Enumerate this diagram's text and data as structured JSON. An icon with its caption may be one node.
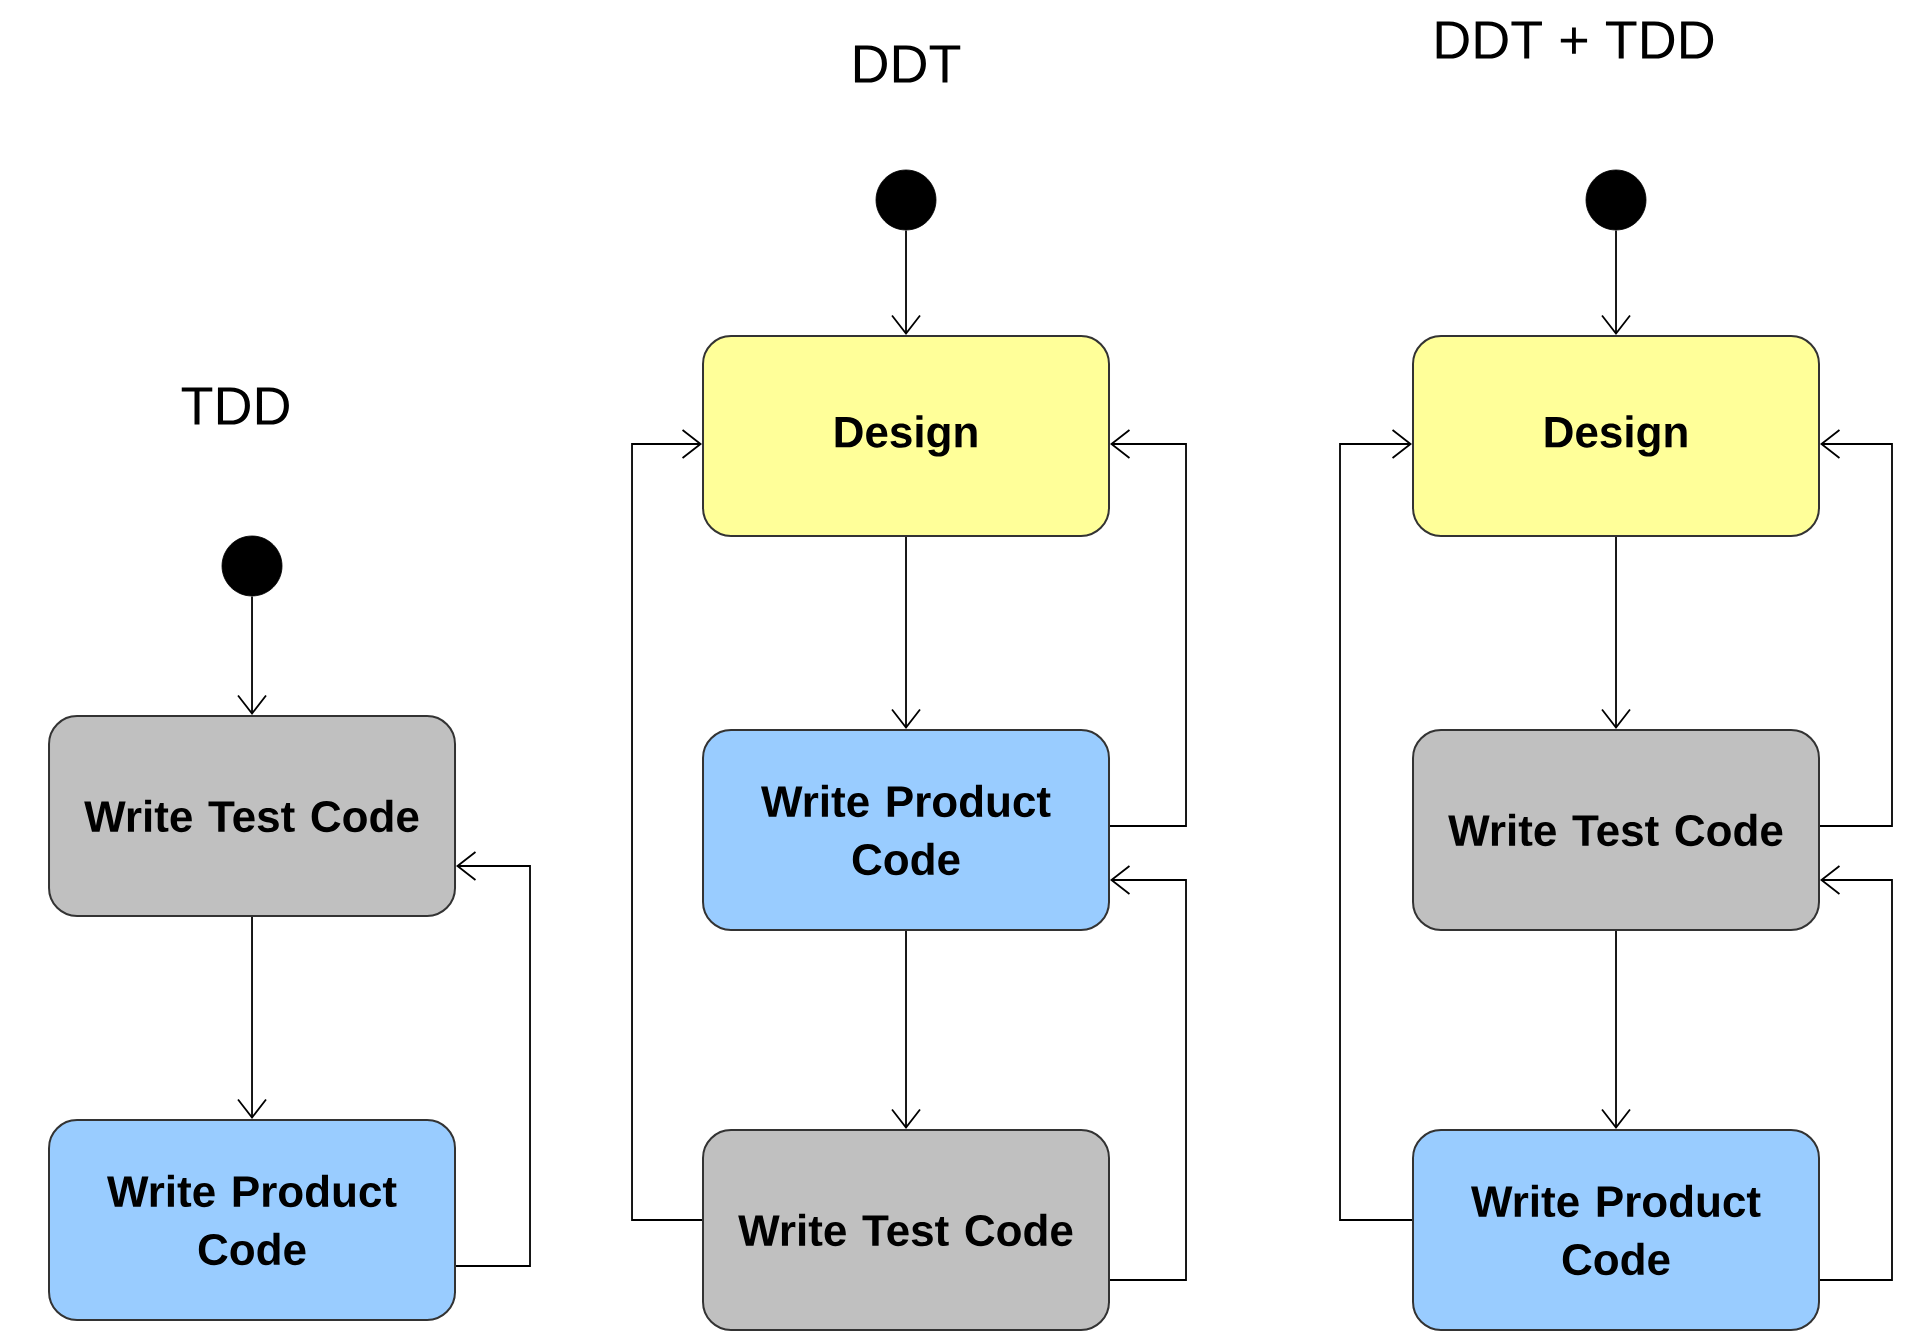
{
  "diagram": {
    "nodes": [
      {
        "text": [],
        "shape": "circle"
      },
      {
        "text": [
          "Write Test Code"
        ]
      },
      {
        "text": [
          "Write Product Code"
        ]
      },
      {
        "text": [],
        "shape": "circle"
      },
      {
        "text": [
          "Design"
        ]
      },
      {
        "text": [
          "Write Product Code"
        ]
      },
      {
        "text": [
          "Write Test Code"
        ]
      },
      {
        "text": [],
        "shape": "circle"
      },
      {
        "text": [
          "Design"
        ]
      },
      {
        "text": [
          "Write Test Code"
        ]
      },
      {
        "text": [
          "Write Product Code"
        ]
      }
    ],
    "edges": [
      {
        "from": 0,
        "to": 1,
        "arrow": "to"
      },
      {
        "from": 1,
        "to": 2,
        "arrow": "to"
      },
      {
        "from": 2,
        "to": 1,
        "arrow": "to"
      },
      {
        "from": 3,
        "to": 4,
        "arrow": "to"
      },
      {
        "from": 4,
        "to": 5,
        "arrow": "to"
      },
      {
        "from": 5,
        "to": 6,
        "arrow": "to"
      },
      {
        "from": 5,
        "to": 4,
        "arrow": "to"
      },
      {
        "from": 6,
        "to": 5,
        "arrow": "to"
      },
      {
        "from": 6,
        "to": 4,
        "arrow": "to"
      },
      {
        "from": 7,
        "to": 8,
        "arrow": "to"
      },
      {
        "from": 8,
        "to": 9,
        "arrow": "to"
      },
      {
        "from": 9,
        "to": 10,
        "arrow": "to"
      },
      {
        "from": 9,
        "to": 8,
        "arrow": "to"
      },
      {
        "from": 10,
        "to": 9,
        "arrow": "to"
      },
      {
        "from": 10,
        "to": 8,
        "arrow": "to"
      }
    ],
    "labels": [
      "DDT + TDD",
      "DDT",
      "TDD"
    ]
  }
}
